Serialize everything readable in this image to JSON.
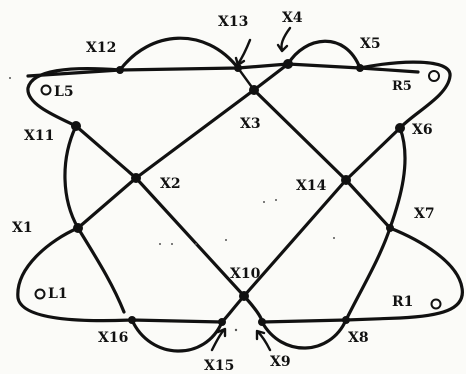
{
  "diagram": {
    "nodes": [
      {
        "id": "X1",
        "label": "X1"
      },
      {
        "id": "X2",
        "label": "X2"
      },
      {
        "id": "X3",
        "label": "X3"
      },
      {
        "id": "X4",
        "label": "X4"
      },
      {
        "id": "X5",
        "label": "X5"
      },
      {
        "id": "X6",
        "label": "X6"
      },
      {
        "id": "X7",
        "label": "X7"
      },
      {
        "id": "X8",
        "label": "X8"
      },
      {
        "id": "X9",
        "label": "X9"
      },
      {
        "id": "X10",
        "label": "X10"
      },
      {
        "id": "X11",
        "label": "X11"
      },
      {
        "id": "X12",
        "label": "X12"
      },
      {
        "id": "X13",
        "label": "X13"
      },
      {
        "id": "X14",
        "label": "X14"
      },
      {
        "id": "X15",
        "label": "X15"
      },
      {
        "id": "X16",
        "label": "X16"
      }
    ],
    "loops": [
      {
        "id": "L5",
        "label": "L5"
      },
      {
        "id": "R5",
        "label": "R5"
      },
      {
        "id": "L1",
        "label": "L1"
      },
      {
        "id": "R1",
        "label": "R1"
      }
    ]
  }
}
